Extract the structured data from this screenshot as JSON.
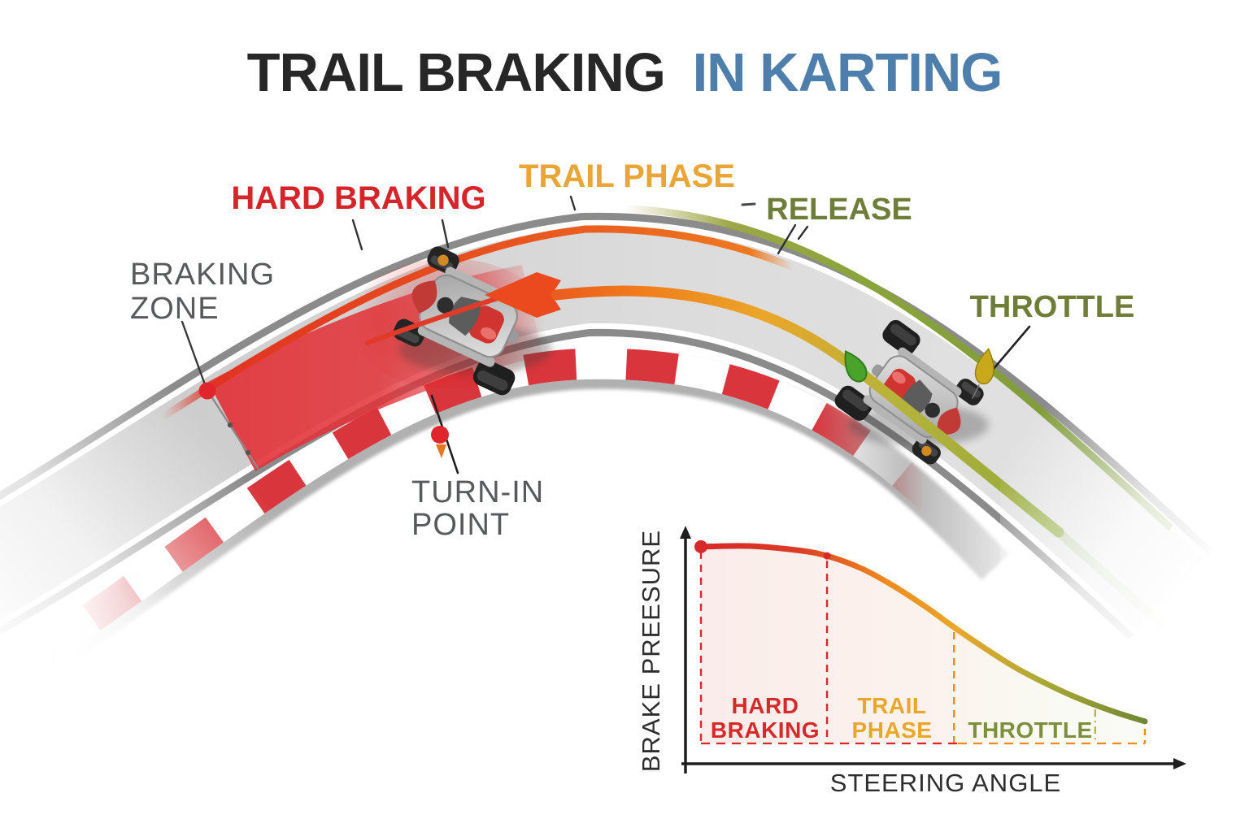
{
  "title": {
    "part1": "TRAIL BRAKING",
    "part2": "IN KARTING"
  },
  "palette": {
    "red": "#d5252b",
    "orange": "#ef8b1f",
    "amber": "#e9a636",
    "olive": "#6e7d37",
    "green_line": "#8fb43c",
    "blue": "#4e7fac",
    "gray_text": "#58595b",
    "axis": "#2a2a2a"
  },
  "track_labels": {
    "hard_braking": "HARD BRAKING",
    "trail_phase": "TRAIL PHASE",
    "release": "RELEASE",
    "throttle": "THROTTLE",
    "braking_zone": {
      "line1": "BRAKING",
      "line2": "ZONE"
    },
    "turn_in_point": {
      "line1": "TURN-IN",
      "line2": "POINT"
    }
  },
  "chart_data": {
    "type": "line",
    "xlabel": "STEERING ANGLE",
    "ylabel": "BRAKE PREESURE",
    "grid": false,
    "legend": "none",
    "x_range_norm": [
      0,
      1
    ],
    "y_range_norm": [
      0,
      1
    ],
    "curve_points": [
      {
        "x": 0.0,
        "y": 0.954
      },
      {
        "x": 0.106,
        "y": 0.957
      },
      {
        "x": 0.216,
        "y": 0.939
      },
      {
        "x": 0.284,
        "y": 0.914
      },
      {
        "x": 0.363,
        "y": 0.857
      },
      {
        "x": 0.436,
        "y": 0.779
      },
      {
        "x": 0.509,
        "y": 0.686
      },
      {
        "x": 0.57,
        "y": 0.6
      },
      {
        "x": 0.637,
        "y": 0.511
      },
      {
        "x": 0.71,
        "y": 0.421
      },
      {
        "x": 0.784,
        "y": 0.346
      },
      {
        "x": 0.857,
        "y": 0.282
      },
      {
        "x": 0.93,
        "y": 0.229
      },
      {
        "x": 1.0,
        "y": 0.186
      }
    ],
    "baseline_y": 0.089,
    "phase_boundaries": [
      {
        "x": 0.0,
        "curve_y": 0.954,
        "color": "#d7282a",
        "dash": "9 7"
      },
      {
        "x": 0.284,
        "curve_y": 0.914,
        "color": "#d7282a",
        "dash": "9 7"
      },
      {
        "x": 0.57,
        "curve_y": 0.6,
        "color": "#ef8b1f",
        "dash": "9 7"
      },
      {
        "x": 0.888,
        "curve_y": 0.26,
        "color": "#b8b441",
        "dash": "9 5 2 5"
      },
      {
        "x": 1.0,
        "curve_y": 0.175,
        "color": "#ef8b1f",
        "dash": "8 6"
      }
    ],
    "point_markers": [
      {
        "x": 0.0,
        "y": 0.954,
        "r": 8,
        "color": "#d7282a"
      },
      {
        "x": 0.284,
        "y": 0.914,
        "r": 4.5,
        "color": "#d7282a"
      }
    ],
    "phases": [
      {
        "line1": "HARD",
        "line2": "BRAKING",
        "color": "#d7282a"
      },
      {
        "line1": "TRAIL",
        "line2": "PHASE",
        "color": "#eaa62a"
      },
      {
        "line1": "THROTTLE",
        "line2": "",
        "color": "#7d8f3c"
      }
    ]
  }
}
